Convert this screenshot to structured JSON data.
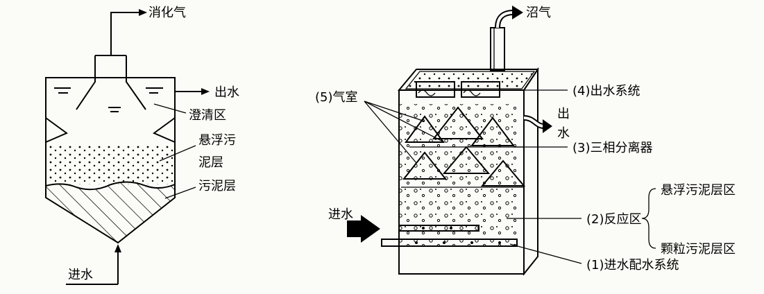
{
  "left": {
    "labels": {
      "digester_gas": "消化气",
      "outlet": "出水",
      "clarification_zone": "澄清区",
      "suspended_line1": "悬浮污",
      "suspended_line2": "泥层",
      "sludge_layer": "污泥层",
      "inlet": "进水"
    }
  },
  "right": {
    "labels": {
      "biogas": "沼气",
      "outlet_system": "(4)出水系统",
      "gas_chamber": "(5)气室",
      "outlet_char1": "出",
      "outlet_char2": "水",
      "separator": "(3)三相分离器",
      "suspended_zone": "悬浮污泥层区",
      "reaction_zone": "(2)反应区",
      "granular_zone": "颗粒污泥层区",
      "inlet": "进水",
      "distribution_system": "(1)进水配水系统"
    }
  },
  "colors": {
    "ink": "#000000",
    "paper": "#fbfbf7"
  }
}
